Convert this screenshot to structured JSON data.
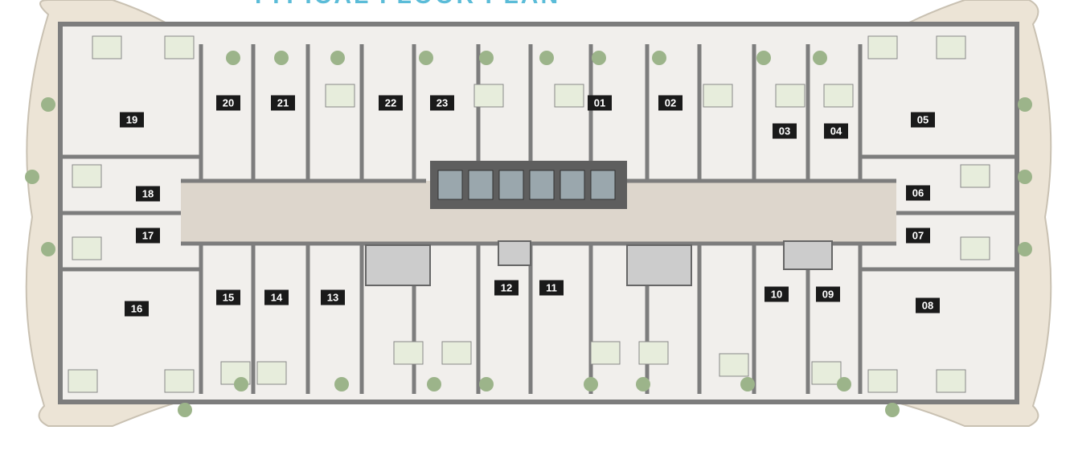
{
  "title": "TYPICAL FLOOR PLAN",
  "colors": {
    "terrace": "#ece4d6",
    "floor": "#f1efec",
    "wall": "#7d7d7d",
    "corridor": "#ddd6cc",
    "core": "#5e5e5e",
    "bed": "#e7eddc",
    "wood": "#c8924a",
    "plant": "#9cb48a",
    "label_bg": "#1a1a1a"
  },
  "units": [
    {
      "id": "u20",
      "label": "20"
    },
    {
      "id": "u21",
      "label": "21"
    },
    {
      "id": "u22",
      "label": "22"
    },
    {
      "id": "u23",
      "label": "23"
    },
    {
      "id": "u01",
      "label": "01"
    },
    {
      "id": "u02",
      "label": "02"
    },
    {
      "id": "u03",
      "label": "03"
    },
    {
      "id": "u04",
      "label": "04"
    },
    {
      "id": "u05",
      "label": "05"
    },
    {
      "id": "u19",
      "label": "19"
    },
    {
      "id": "u18",
      "label": "18"
    },
    {
      "id": "u17",
      "label": "17"
    },
    {
      "id": "u06",
      "label": "06"
    },
    {
      "id": "u07",
      "label": "07"
    },
    {
      "id": "u16",
      "label": "16"
    },
    {
      "id": "u15",
      "label": "15"
    },
    {
      "id": "u14",
      "label": "14"
    },
    {
      "id": "u13",
      "label": "13"
    },
    {
      "id": "u12",
      "label": "12"
    },
    {
      "id": "u11",
      "label": "11"
    },
    {
      "id": "u10",
      "label": "10"
    },
    {
      "id": "u09",
      "label": "09"
    },
    {
      "id": "u08",
      "label": "08"
    }
  ]
}
